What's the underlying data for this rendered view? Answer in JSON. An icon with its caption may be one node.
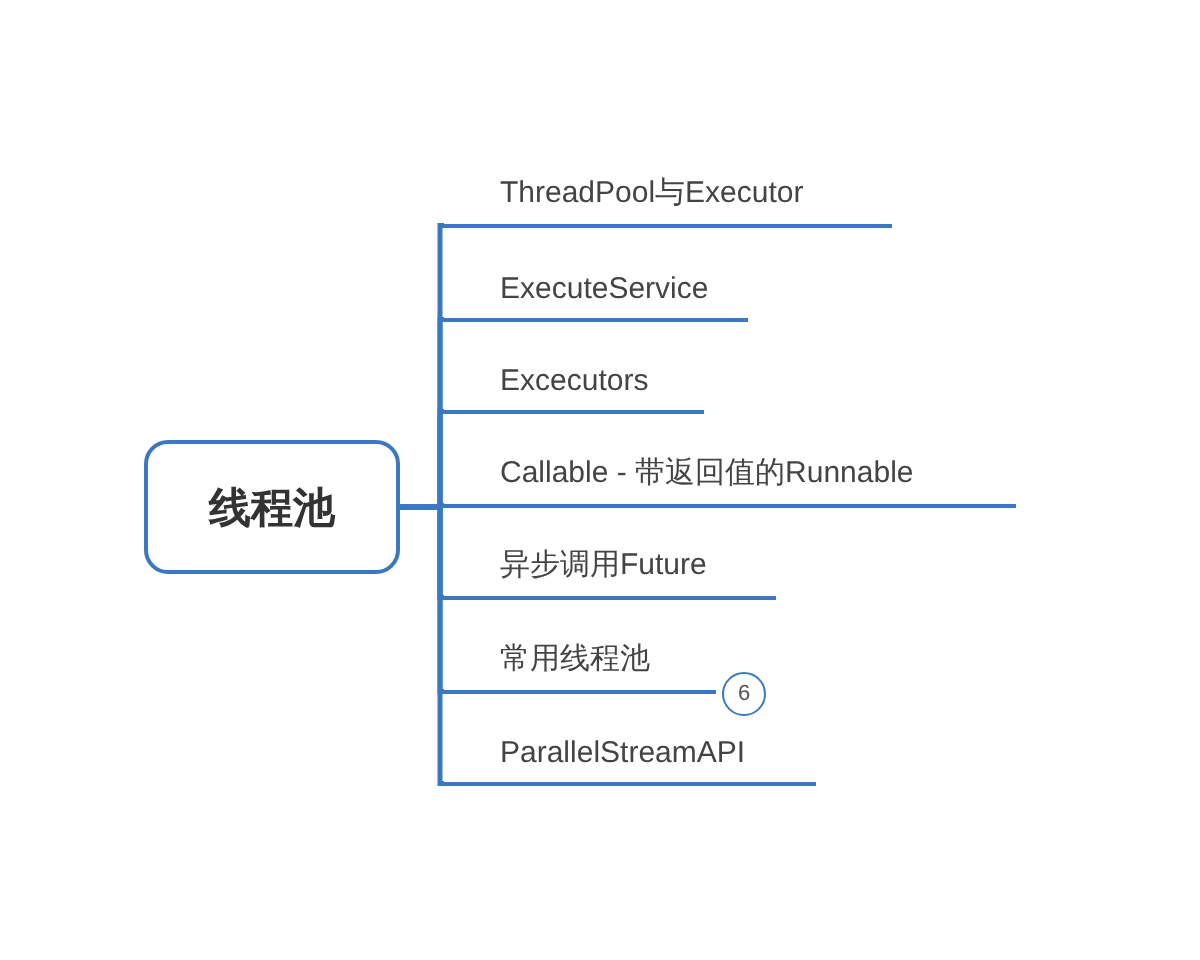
{
  "diagram": {
    "nodes": [
      {
        "text": [
          "线程池"
        ]
      },
      {
        "text": [
          "ThreadPool与Executor"
        ]
      },
      {
        "text": [
          "ExecuteService"
        ]
      },
      {
        "text": [
          "Excecutors"
        ]
      },
      {
        "text": [
          "Callable - 带返回值的Runnable"
        ]
      },
      {
        "text": [
          "异步调用Future"
        ]
      },
      {
        "text": [
          "常用线程池"
        ],
        "beside": [
          "6"
        ]
      },
      {
        "text": [
          "ParallelStreamAPI"
        ]
      }
    ],
    "edges": [
      {
        "from": 0,
        "to": 1,
        "arrow": "none"
      },
      {
        "from": 0,
        "to": 2,
        "arrow": "none"
      },
      {
        "from": 0,
        "to": 3,
        "arrow": "none"
      },
      {
        "from": 0,
        "to": 4,
        "arrow": "none"
      },
      {
        "from": 0,
        "to": 5,
        "arrow": "none"
      },
      {
        "from": 0,
        "to": 6,
        "arrow": "none"
      },
      {
        "from": 0,
        "to": 7,
        "arrow": "none"
      }
    ]
  }
}
